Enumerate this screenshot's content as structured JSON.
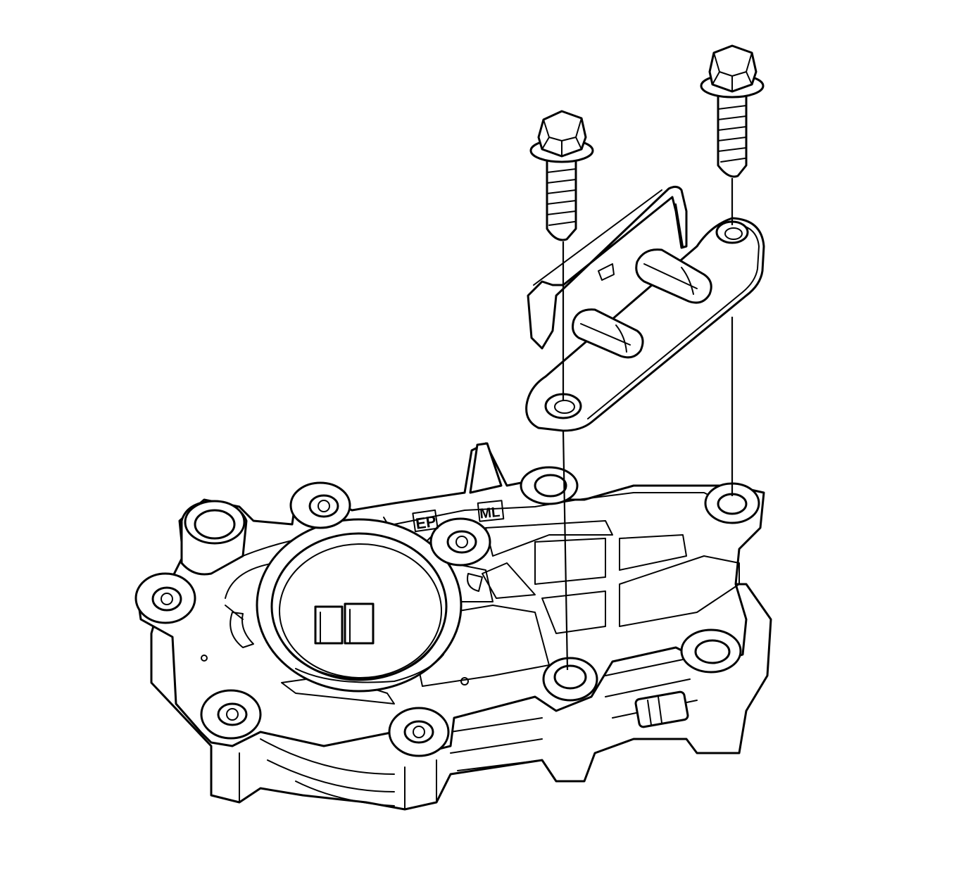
{
  "figure": {
    "background": "#ffffff",
    "line_color": "#000000",
    "components": [
      "oil-pump-body",
      "bracket",
      "bolt",
      "bolt"
    ],
    "stamped_markings": [
      "EP",
      "ML"
    ]
  }
}
